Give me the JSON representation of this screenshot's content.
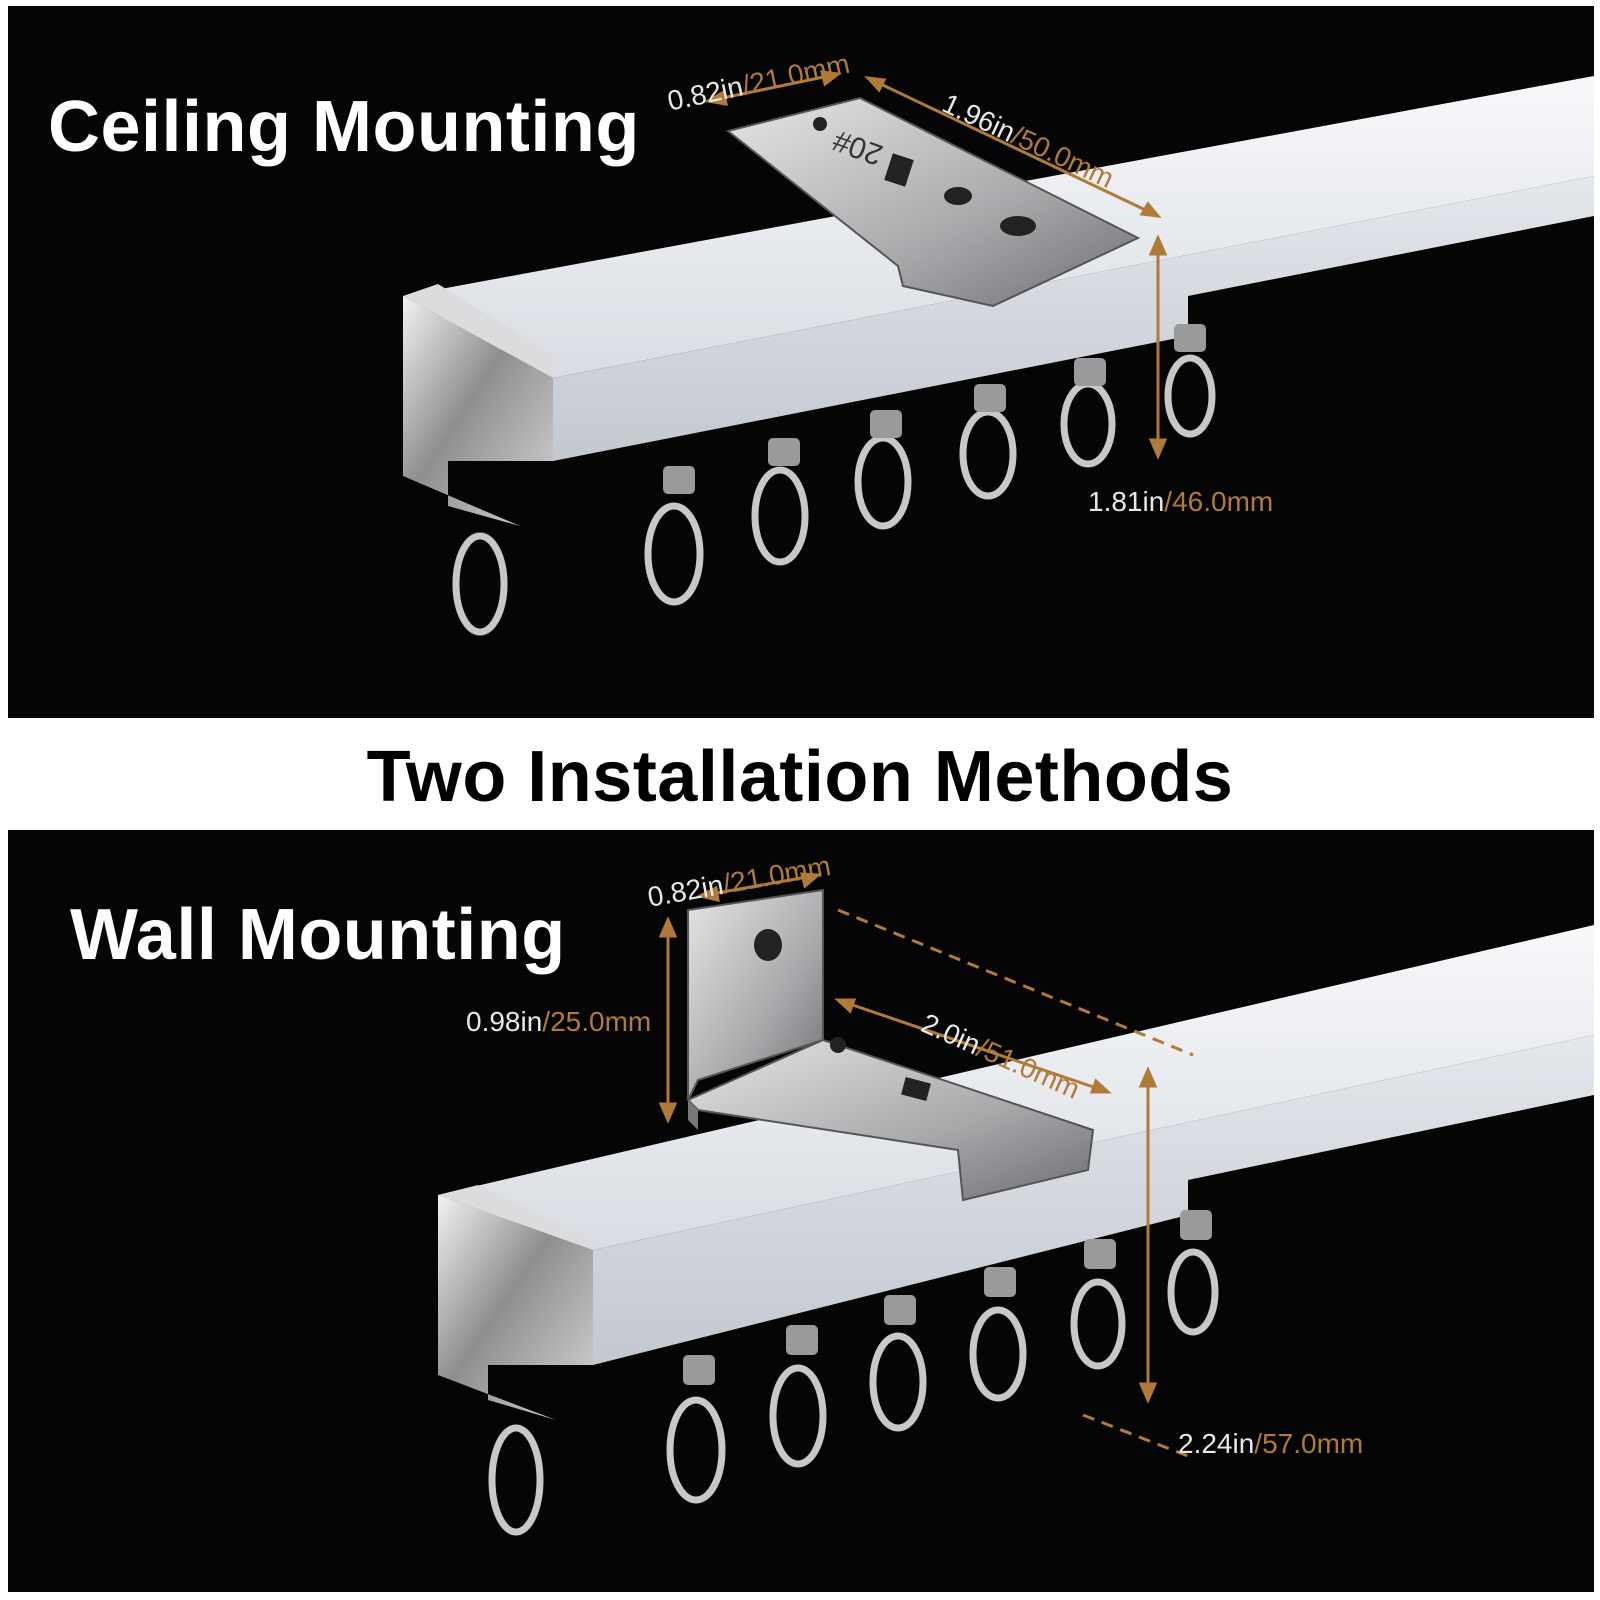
{
  "title": "Two Installation Methods",
  "ceiling": {
    "label": "Ceiling Mounting",
    "dims": {
      "width_in": "0.82in",
      "width_mm": "/21.0mm",
      "length_in": "1.96in",
      "length_mm": "/50.0mm",
      "height_in": "1.81in",
      "height_mm": "/46.0mm"
    },
    "bracket_mark": "20#"
  },
  "wall": {
    "label": "Wall Mounting",
    "dims": {
      "width_in": "0.82in",
      "width_mm": "/21.0mm",
      "height_in": "0.98in",
      "height_mm": "/25.0mm",
      "depth_in": "2.0in",
      "depth_mm": "/51.0mm",
      "drop_in": "2.24in",
      "drop_mm": "/57.0mm"
    }
  },
  "colors": {
    "background": "#050505",
    "dimension_accent": "#b07a38",
    "rail": "#e9ecf1",
    "metal": "#b8b8ba"
  }
}
